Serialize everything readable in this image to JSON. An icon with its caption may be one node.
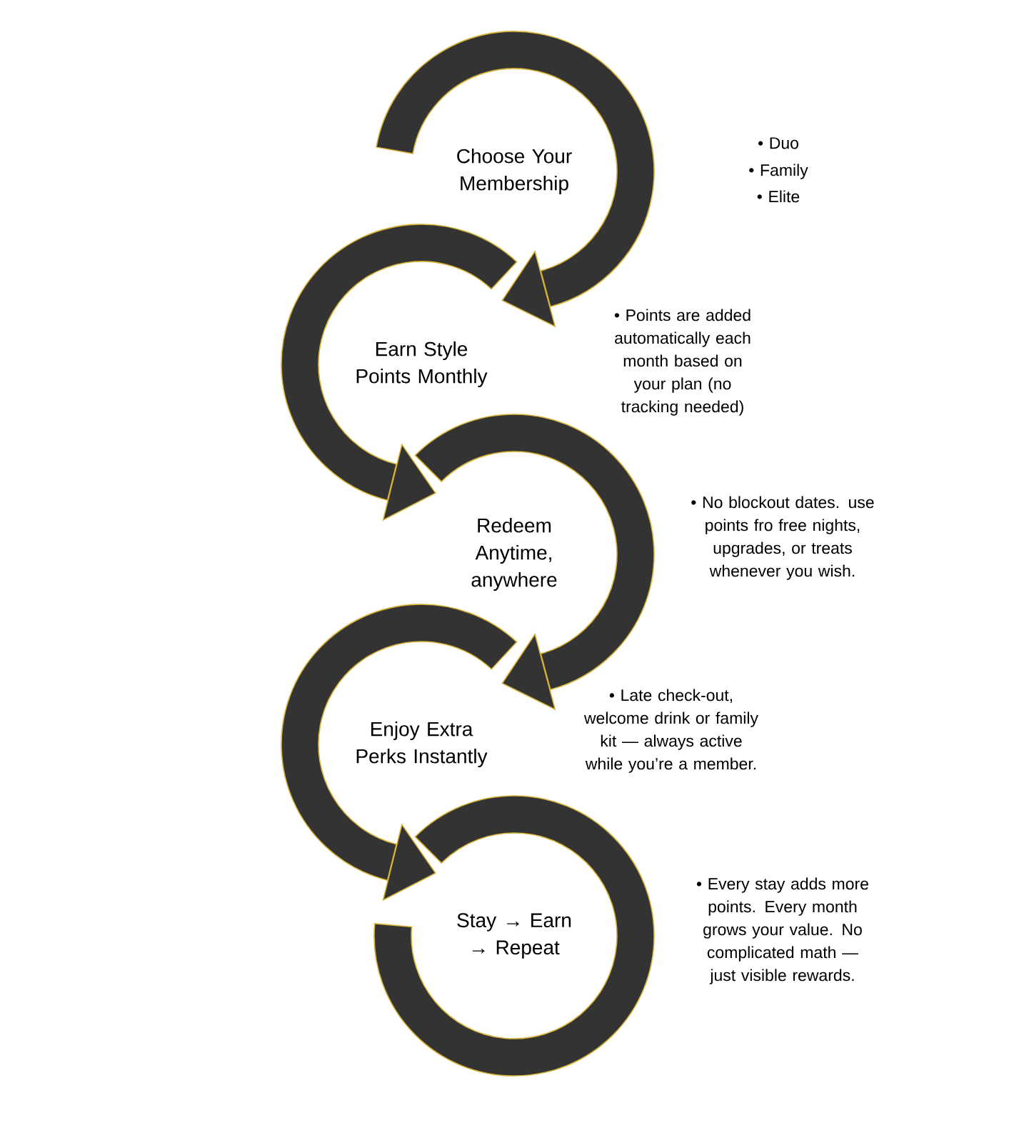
{
  "diagram": {
    "nodes": [
      {
        "text": [
          "Choose Your Membership"
        ],
        "beside": [
          "• Duo",
          "• Family",
          "• Elite"
        ]
      },
      {
        "text": [
          "Earn Style Points Monthly"
        ]
      },
      {
        "text": [
          "Redeem Anytime, anywhere"
        ],
        "beside": [
          "• No blockout dates. use points fro free nights, upgrades, or treats whenever you wish."
        ]
      },
      {
        "text": [
          "Enjoy Extra Perks Instantly"
        ]
      },
      {
        "text": [
          "Stay → Earn → Repeat"
        ],
        "beside": [
          "• Every stay adds more points. Every month grows your value. No complicated math — just visible rewards."
        ]
      }
    ],
    "edges": [
      {
        "from": 0,
        "to": 1,
        "arrow": "to"
      },
      {
        "from": 1,
        "to": 2,
        "arrow": "to"
      },
      {
        "from": 2,
        "to": 3,
        "arrow": "to"
      },
      {
        "from": 3,
        "to": 4,
        "arrow": "to"
      }
    ],
    "labels": [
      "• Points are added automatically each month based on your plan (no tracking needed)",
      "• Late check-out, welcome drink or family kit — always active while you’re a member."
    ]
  }
}
